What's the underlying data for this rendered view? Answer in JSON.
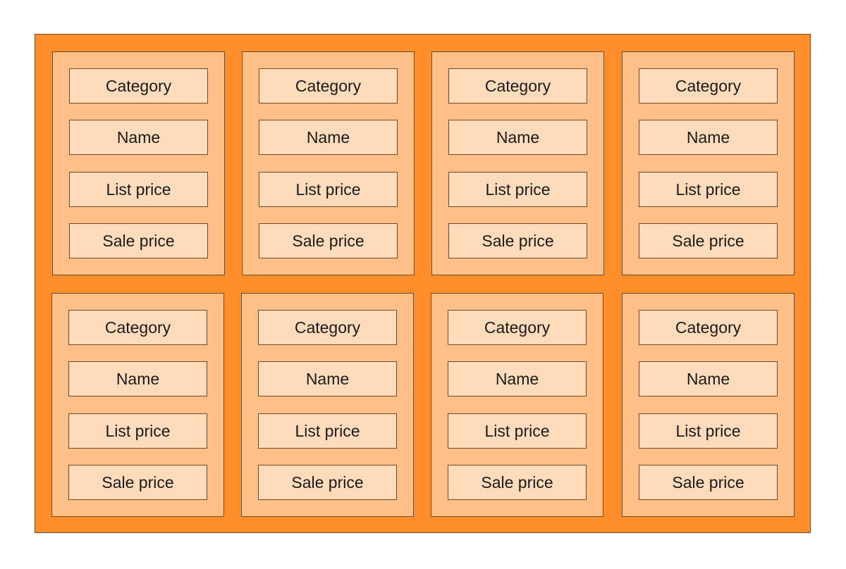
{
  "diagram": {
    "cards": [
      {
        "fields": [
          "Category",
          "Name",
          "List price",
          "Sale price"
        ]
      },
      {
        "fields": [
          "Category",
          "Name",
          "List price",
          "Sale price"
        ]
      },
      {
        "fields": [
          "Category",
          "Name",
          "List price",
          "Sale price"
        ]
      },
      {
        "fields": [
          "Category",
          "Name",
          "List price",
          "Sale price"
        ]
      },
      {
        "fields": [
          "Category",
          "Name",
          "List price",
          "Sale price"
        ]
      },
      {
        "fields": [
          "Category",
          "Name",
          "List price",
          "Sale price"
        ]
      },
      {
        "fields": [
          "Category",
          "Name",
          "List price",
          "Sale price"
        ]
      },
      {
        "fields": [
          "Category",
          "Name",
          "List price",
          "Sale price"
        ]
      }
    ]
  },
  "colors": {
    "container": "#ff8e2b",
    "card": "#ffbf86",
    "field": "#fedcbb",
    "border": "#6f4a2a"
  }
}
